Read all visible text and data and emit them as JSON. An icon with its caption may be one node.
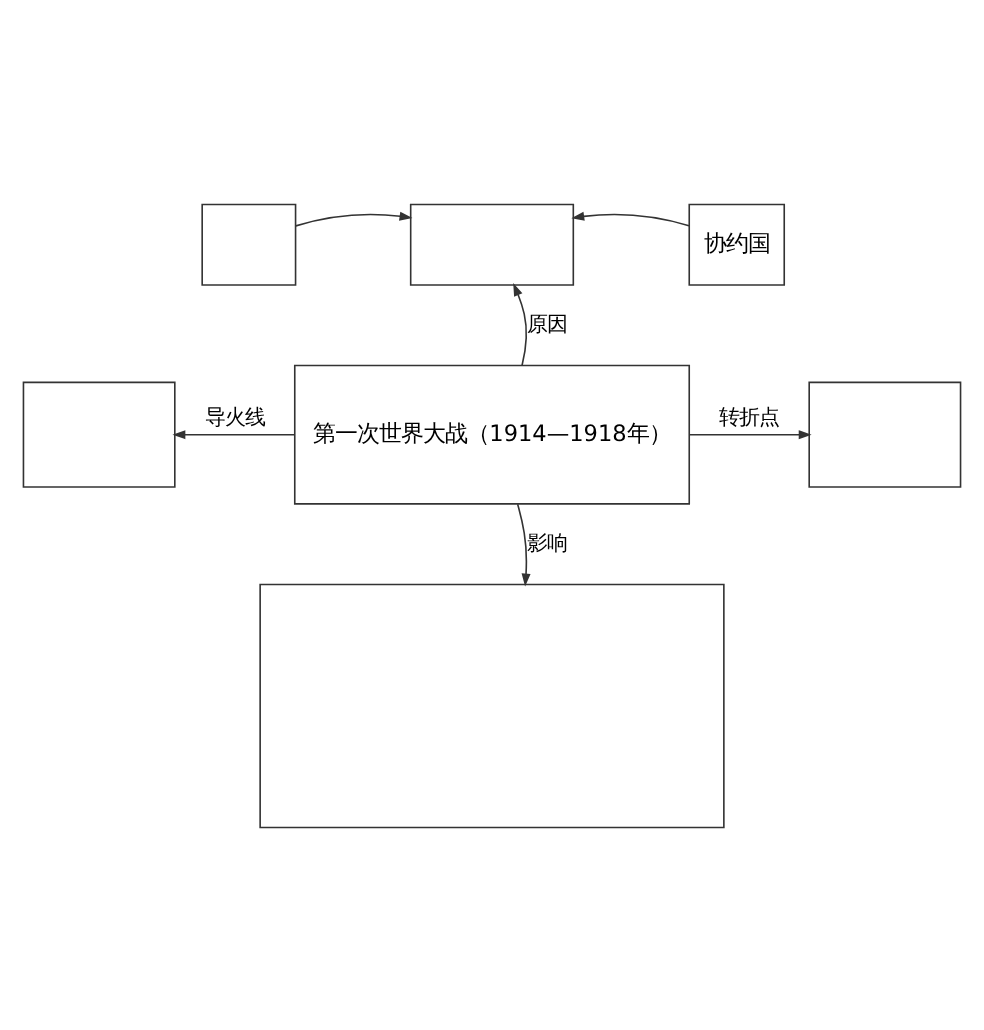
{
  "diagram": {
    "nodes": [
      {
        "text": [],
        "shape": "box"
      },
      {
        "text": [],
        "shape": "box"
      },
      {
        "text": [
          "协约国"
        ]
      },
      {
        "text": [],
        "shape": "box"
      },
      {
        "text": [
          "第一次世界大战（1914—1918年）"
        ]
      },
      {
        "text": [],
        "shape": "box"
      },
      {
        "text": [],
        "shape": "box"
      }
    ],
    "edges": [
      {
        "from": 0,
        "to": 1,
        "arrow": "to"
      },
      {
        "from": 2,
        "to": 1,
        "arrow": "to"
      },
      {
        "from": 4,
        "to": 1,
        "arrow": "to",
        "label": "原因"
      },
      {
        "from": 4,
        "to": 3,
        "arrow": "to",
        "label": "导火线"
      },
      {
        "from": 4,
        "to": 5,
        "arrow": "to",
        "label": "转折点"
      },
      {
        "from": 4,
        "to": 6,
        "arrow": "to",
        "label": "影响"
      }
    ]
  }
}
